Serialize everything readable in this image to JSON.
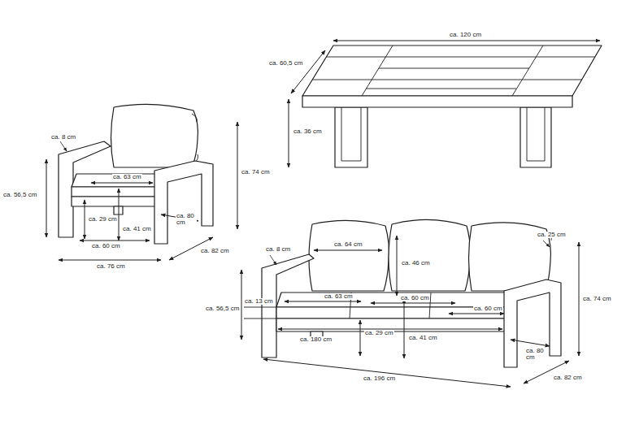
{
  "diagram": {
    "labels": [
      "ca. 8 cm",
      "ca. 56,5 cm",
      "ca. 63 cm",
      "ca. 29 cm",
      "ca. 41 cm",
      "ca. 80 cm",
      "ca. 60 cm",
      "ca. 76 cm",
      "ca. 74 cm",
      "ca. 82 cm",
      "ca. 120 cm",
      "ca. 60,5 cm",
      "ca. 36 cm",
      "ca. 64 cm",
      "ca. 25 cm",
      "ca. 8 cm",
      "ca. 46 cm",
      "ca. 13 cm",
      "ca. 56,5 cm",
      "ca. 63 cm",
      "ca. 60 cm",
      "ca. 60 cm",
      "ca. 74 cm",
      "ca. 29 cm",
      "ca. 41 cm",
      "ca. 180 cm",
      "ca. 80 cm",
      "ca. 196 cm",
      "ca. 82 cm"
    ]
  }
}
